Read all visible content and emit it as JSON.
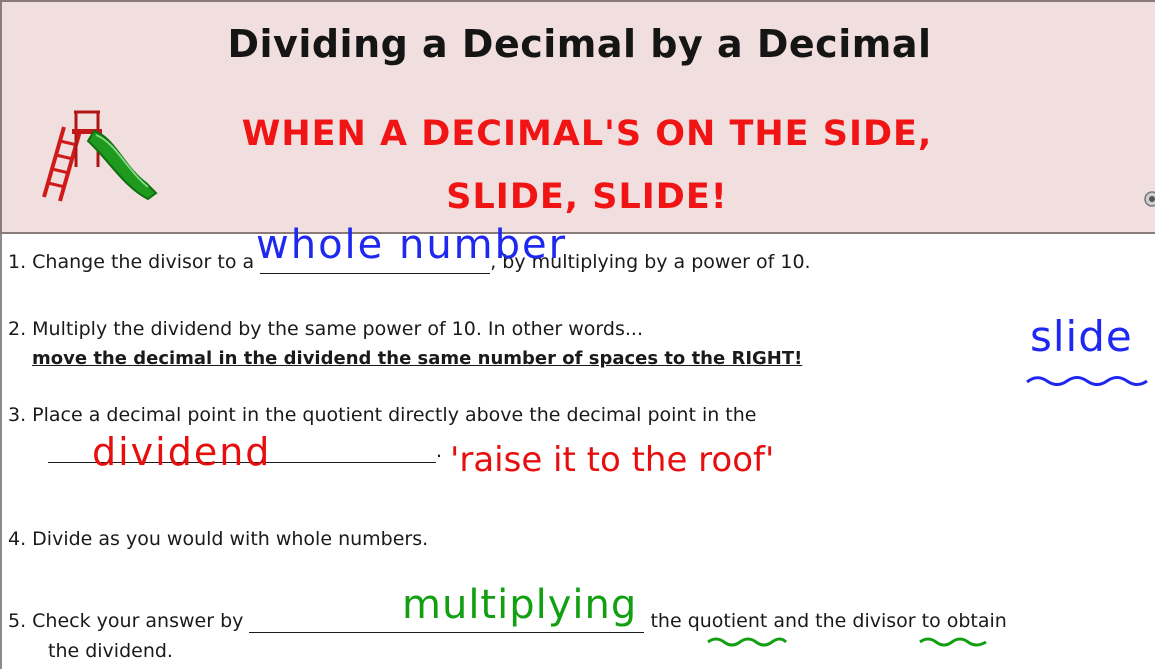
{
  "header": {
    "title": "Dividing a Decimal by a Decimal",
    "subtitle_line1": "WHEN A DECIMAL'S ON THE SIDE,",
    "subtitle_line2": "SLIDE, SLIDE!"
  },
  "steps": {
    "s1_before": "1. Change the divisor to a ",
    "s1_after": ", by multiplying by a power of 10.",
    "s2_line1": "2. Multiply the dividend by the same power of 10.  In other words...",
    "s2_line2": "move the decimal in the dividend the same number of spaces to the RIGHT!",
    "s3_line1": "3.  Place a decimal point in the quotient directly above the decimal point in the",
    "s3_period": ".",
    "s4": "4.  Divide as you would with whole numbers.",
    "s5_before": "5.  Check your answer by ",
    "s5_mid1": " the ",
    "s5_quotient": "quotient",
    "s5_mid2": " and the ",
    "s5_divisor": "divisor",
    "s5_after": " to obtain",
    "s5_line2": "the dividend."
  },
  "handwriting": {
    "whole_number": "whole number",
    "slide": "slide",
    "dividend": "dividend",
    "raise_it": "'raise it to the roof'",
    "multiplying": "multiplying"
  },
  "colors": {
    "header_bg": "#f1dede",
    "subtitle_red": "#f01414",
    "ink_blue": "#1e28f0",
    "ink_red": "#e60e0e",
    "ink_green": "#12a012"
  },
  "icons": [
    "playground-slide-icon",
    "camera-edge-icon"
  ]
}
